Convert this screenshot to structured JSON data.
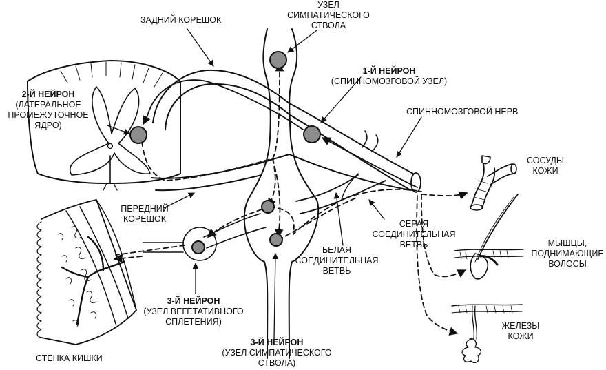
{
  "labels": {
    "posterior_root": "ЗАДНИЙ КОРЕШОК",
    "sympathetic_trunk_ganglion": [
      "УЗЕЛ",
      "СИМПАТИЧЕСКОГО",
      "СТВОЛА"
    ],
    "neuron1_title": "1-Й НЕЙРОН",
    "neuron1_sub": "(СПИННОМОЗГОВОЙ УЗЕЛ)",
    "neuron2_title": "2-Й НЕЙРОН",
    "neuron2_sub": [
      "(ЛАТЕРАЛЬНОЕ",
      "ПРОМЕЖУТОЧНОЕ",
      "ЯДРО)"
    ],
    "spinal_nerve": "СПИННОМОЗГОВОЙ НЕРВ",
    "skin_vessels": [
      "СОСУДЫ",
      "КОЖИ"
    ],
    "anterior_root": [
      "ПЕРЕДНИЙ",
      "КОРЕШОК"
    ],
    "gray_ramus": [
      "СЕРАЯ",
      "СОЕДИНИТЕЛЬНАЯ",
      "ВЕТВЬ"
    ],
    "hair_muscles": [
      "МЫШЦЫ,",
      "ПОДНИМАЮЩИЕ",
      "ВОЛОСЫ"
    ],
    "white_ramus": [
      "БЕЛАЯ",
      "СОЕДИНИТЕЛЬНАЯ",
      "ВЕТВЬ"
    ],
    "neuron3_plexus_title": "3-Й НЕЙРОН",
    "neuron3_plexus_sub": [
      "(УЗЕЛ ВЕГЕТАТИВНОГО",
      "СПЛЕТЕНИЯ)"
    ],
    "skin_glands": [
      "ЖЕЛЕЗЫ",
      "КОЖИ"
    ],
    "neuron3_trunk_title": "3-Й НЕЙРОН",
    "neuron3_trunk_sub": [
      "(УЗЕЛ СИМПАТИЧЕСКОГО",
      "СТВОЛА)"
    ],
    "intestinal_wall": "СТЕНКА КИШКИ"
  }
}
